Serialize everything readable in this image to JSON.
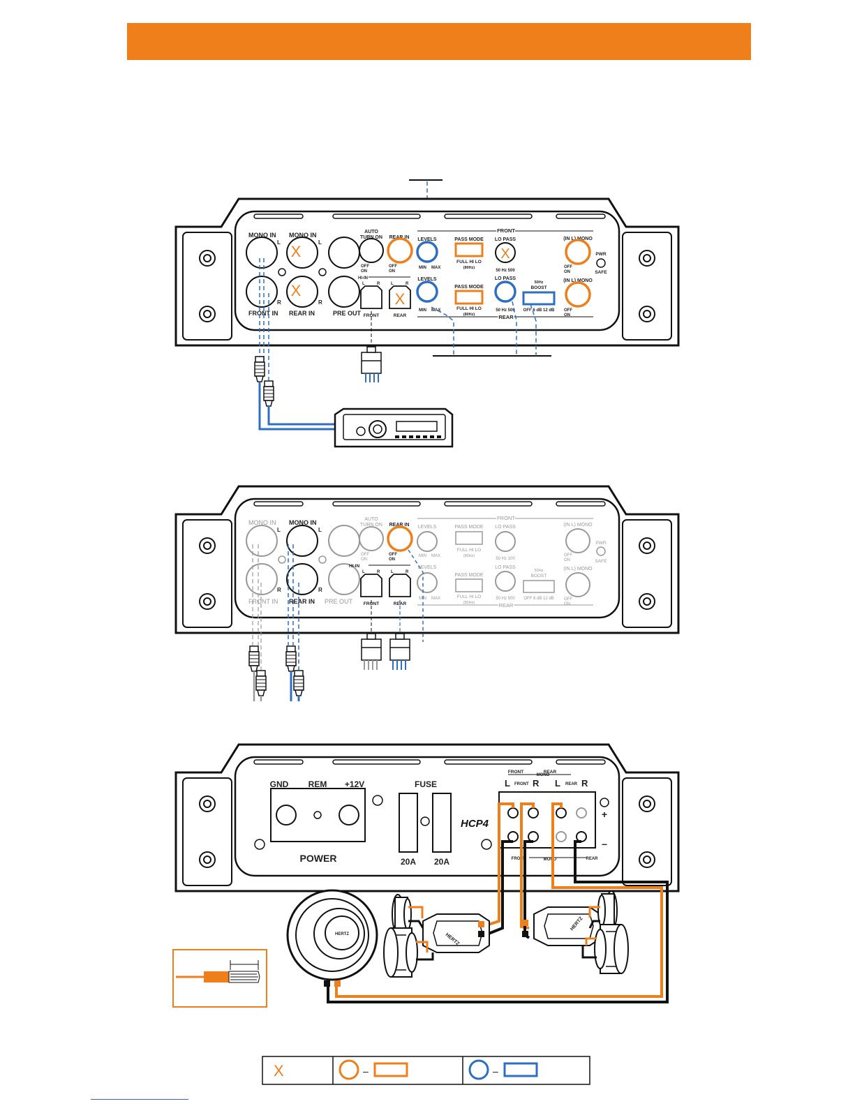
{
  "colors": {
    "accent": "#ee7f1b",
    "blue": "#2e6fc4",
    "panel": "#111111",
    "faded": "#999999"
  },
  "panel1": {
    "mono_in_1": "MONO IN",
    "mono_in_2": "MONO IN",
    "ch_l": "L",
    "ch_r": "R",
    "front_in": "FRONT IN",
    "rear_in": "REAR IN",
    "pre_out": "PRE OUT",
    "auto_1": "AUTO",
    "auto_2": "TURN ON",
    "rear_in_switch": "REAR IN",
    "off": "OFF",
    "on": "ON",
    "hi_in": "HI-IN",
    "front": "FRONT",
    "rear": "REAR",
    "levels": "LEVELS",
    "min": "MIN",
    "max": "MAX",
    "pass_mode": "PASS MODE",
    "pass_opts": "FULL  HI  LO",
    "pass_hz": "(80Hz)",
    "lo_pass": "LO PASS",
    "lo_scale": "50  Hz 500",
    "boost_1": "50Hz",
    "boost_2": "BOOST",
    "boost_scale": "OFF  6 dB 12 dB",
    "in_l_mono": "(IN L) MONO",
    "pwr": "PWR",
    "safe": "SAFE"
  },
  "panel2": {
    "lo_scale": "50  Hz 100"
  },
  "panel3": {
    "gnd": "GND",
    "rem": "REM",
    "plus12v": "+12V",
    "fuse": "FUSE",
    "model": "HCP4",
    "power": "POWER",
    "fuse_a": "20A",
    "fuse_b": "20A",
    "front_top": "FRONT",
    "mono": "MONO",
    "rear_top": "REAR",
    "l": "L",
    "r": "R",
    "front_small": "FRONT",
    "rear_small": "REAR",
    "plus": "+",
    "minus": "–",
    "front_bottom": "FRONT",
    "rear_bottom": "REAR"
  },
  "speakers": {
    "brand": "HERTZ"
  },
  "legend": {
    "x_mark": "X",
    "dash_1": "–",
    "dash_2": "–"
  }
}
